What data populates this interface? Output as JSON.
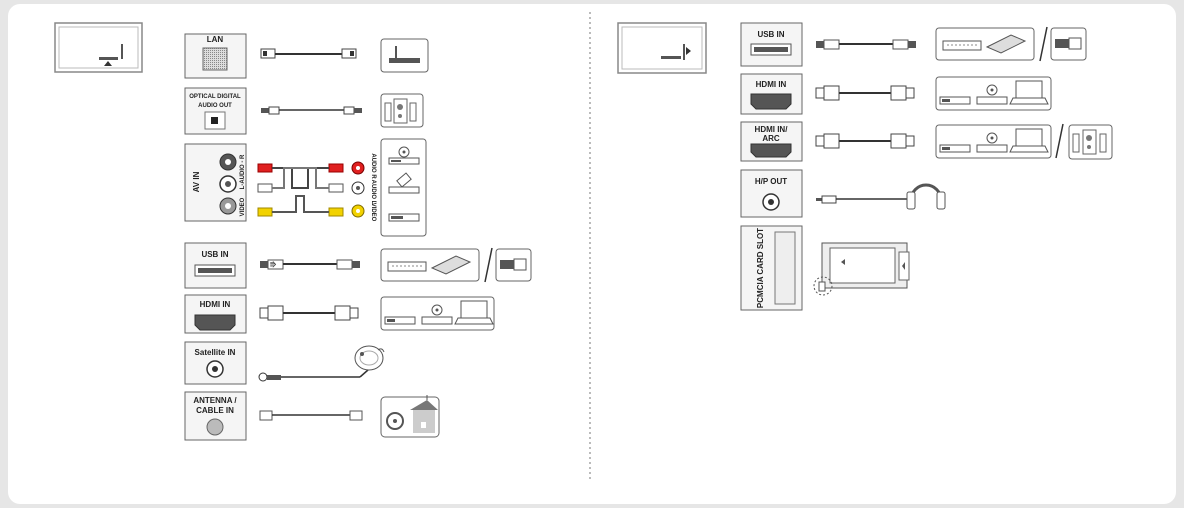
{
  "left_panel": {
    "ports": {
      "lan": "LAN",
      "optical_line1": "OPTICAL DIGITAL",
      "optical_line2": "AUDIO OUT",
      "av_in": "AV IN",
      "av_audio_r": "L-AUDIO - R",
      "av_video": "VIDEO",
      "usb_in": "USB IN",
      "hdmi_in": "HDMI IN",
      "satellite_in": "Satellite IN",
      "antenna_line1": "ANTENNA /",
      "antenna_line2": "CABLE IN"
    },
    "device_av_labels": {
      "audio_r": "AUDIO R",
      "audio_l": "AUDIO L",
      "video": "VIDEO"
    }
  },
  "right_panel": {
    "ports": {
      "usb_in": "USB IN",
      "hdmi_in": "HDMI IN",
      "hdmi_arc_line1": "HDMI IN/",
      "hdmi_arc_line2": "ARC",
      "hp_out": "H/P OUT",
      "pcmcia": "PCMCIA CARD SLOT"
    }
  }
}
